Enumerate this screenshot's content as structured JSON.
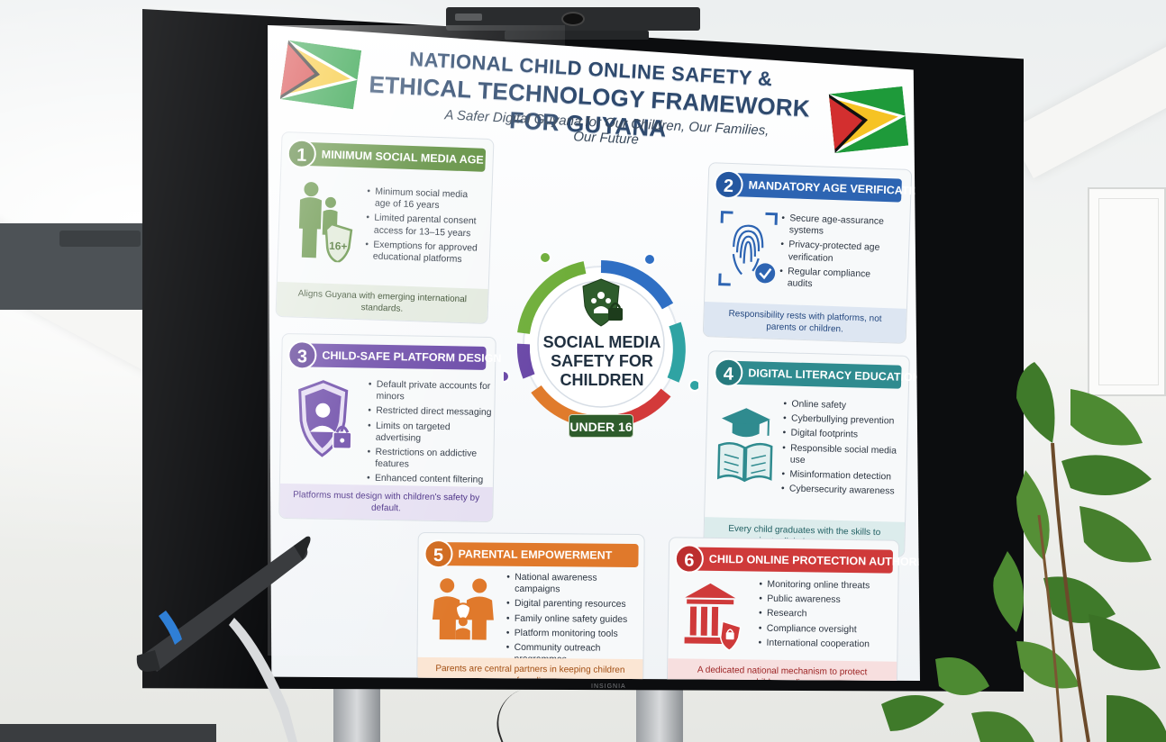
{
  "tv_brand": "INSIGNIA",
  "poster": {
    "title_line1": "NATIONAL CHILD ONLINE SAFETY &",
    "title_line2": "ETHICAL TECHNOLOGY FRAMEWORK FOR GUYANA",
    "subtitle": "A Safer Digital Guyana for Our Children, Our Families, Our Future",
    "hub": {
      "line1": "SOCIAL MEDIA",
      "line2": "SAFETY FOR",
      "line3": "CHILDREN",
      "badge": "UNDER 16"
    },
    "age_badge": "16+",
    "sections": [
      {
        "number": "1",
        "title": "MINIMUM SOCIAL MEDIA AGE",
        "bullets": [
          "Minimum social media age of 16 years",
          "Limited parental consent access for 13–15 years",
          "Exemptions for approved educational platforms"
        ],
        "footer": "Aligns Guyana with emerging international standards.",
        "color": "#5b8c3a",
        "icon": "family-shield-icon"
      },
      {
        "number": "2",
        "title": "MANDATORY AGE VERIFICATION",
        "bullets": [
          "Secure age-assurance systems",
          "Privacy-protected age verification",
          "Regular compliance audits"
        ],
        "footer": "Responsibility rests with platforms, not parents or children.",
        "color": "#2d64b2",
        "icon": "fingerprint-icon"
      },
      {
        "number": "3",
        "title": "CHILD-SAFE PLATFORM DESIGN",
        "bullets": [
          "Default private accounts for minors",
          "Restricted direct messaging",
          "Limits on targeted advertising",
          "Restrictions on addictive features",
          "Enhanced content filtering"
        ],
        "footer": "Platforms must design with children's safety by default.",
        "color": "#6a48a7",
        "icon": "user-shield-lock-icon"
      },
      {
        "number": "4",
        "title": "DIGITAL LITERACY EDUCATION",
        "bullets": [
          "Online safety",
          "Cyberbullying prevention",
          "Digital footprints",
          "Responsible social media use",
          "Misinformation detection",
          "Cybersecurity awareness"
        ],
        "footer": "Every child graduates with the skills to navigate digital spaces safely.",
        "color": "#2f8b8f",
        "icon": "graduation-book-icon"
      },
      {
        "number": "5",
        "title": "PARENTAL EMPOWERMENT",
        "bullets": [
          "National awareness campaigns",
          "Digital parenting resources",
          "Family online safety guides",
          "Platform monitoring tools",
          "Community outreach programmes"
        ],
        "footer": "Parents are central partners in keeping children safe online.",
        "color": "#e0792b",
        "icon": "parents-child-icon"
      },
      {
        "number": "6",
        "title": "CHILD ONLINE PROTECTION AUTHORITY",
        "bullets": [
          "Monitoring online threats",
          "Public awareness",
          "Research",
          "Compliance oversight",
          "International cooperation"
        ],
        "footer": "A dedicated national mechanism to protect children online.",
        "color": "#cf3a3a",
        "icon": "government-building-lock-icon"
      }
    ]
  }
}
